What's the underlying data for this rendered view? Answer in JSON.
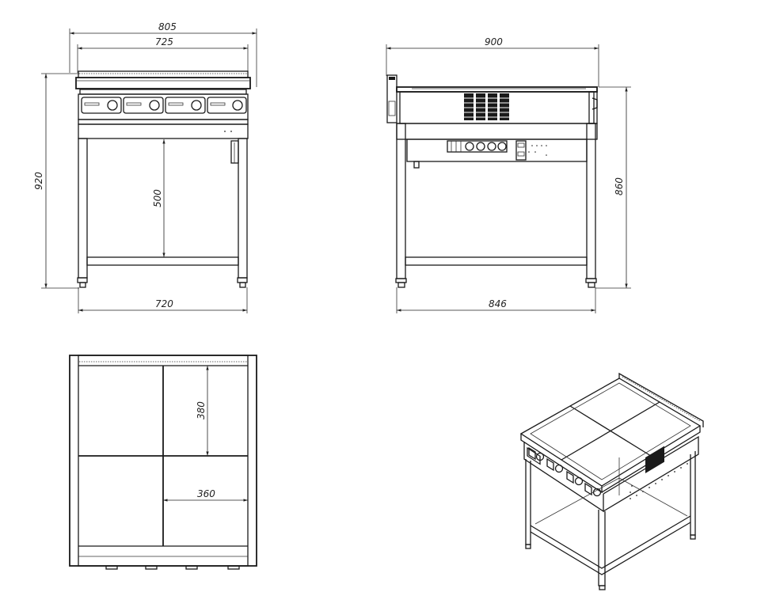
{
  "views": {
    "front": {
      "dims": {
        "total_width": "805",
        "top_width": "725",
        "height": "920",
        "shelf_gap": "500",
        "leg_width": "720"
      },
      "knob_count": 4
    },
    "side": {
      "dims": {
        "depth": "900",
        "height": "860",
        "leg_depth": "846"
      }
    },
    "top": {
      "dims": {
        "plate_depth": "380",
        "plate_width": "360"
      },
      "plates": 4
    },
    "iso": {
      "label": ""
    }
  },
  "colors": {
    "line": "#1a1a1a",
    "background": "#ffffff"
  }
}
